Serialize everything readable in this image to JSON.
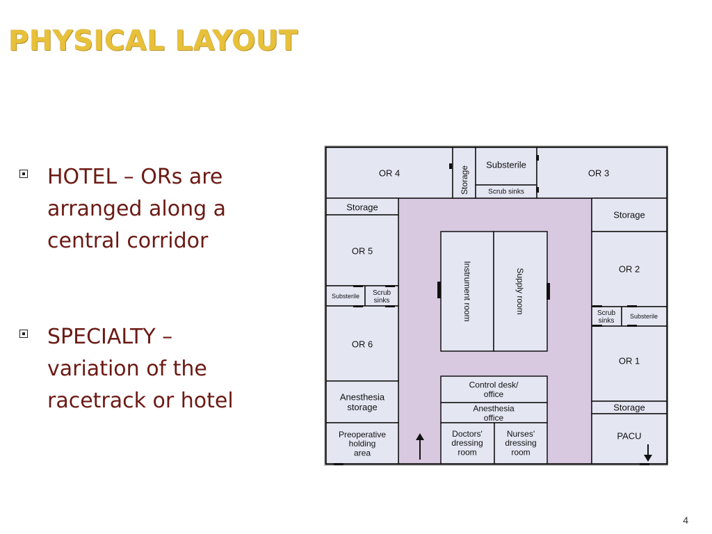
{
  "slide": {
    "title": "PHYSICAL LAYOUT",
    "bullets": [
      "HOTEL – ORs are arranged along a central corridor",
      "SPECIALTY – variation of the racetrack or hotel"
    ],
    "page_number": "4"
  },
  "floorplan": {
    "colors": {
      "room": "#e4e6f2",
      "corridor": "#d8c8e0",
      "wall": "#111111",
      "frame": "#c8c8c8"
    },
    "rooms": {
      "or4": "OR 4",
      "storage_top_center": "Storage",
      "substerile_top": "Substerile",
      "scrub_sinks_top": "Scrub sinks",
      "or3": "OR 3",
      "storage_left": "Storage",
      "or5": "OR 5",
      "substerile_left": "Substerile",
      "scrub_sinks_left": [
        "Scrub",
        "sinks"
      ],
      "or6": "OR 6",
      "anesthesia_storage": [
        "Anesthesia",
        "storage"
      ],
      "preoperative_holding": [
        "Preoperative",
        "holding",
        "area"
      ],
      "instrument_room": "Instrument room",
      "supply_room": "Supply room",
      "control_desk": [
        "Control desk/",
        "office"
      ],
      "anesthesia_office": [
        "Anesthesia",
        "office"
      ],
      "doctors_dressing": [
        "Doctors'",
        "dressing",
        "room"
      ],
      "nurses_dressing": [
        "Nurses'",
        "dressing",
        "room"
      ],
      "storage_right_top": "Storage",
      "or2": "OR 2",
      "scrub_sinks_right": [
        "Scrub",
        "sinks"
      ],
      "substerile_right": "Substerile",
      "or1": "OR 1",
      "storage_right_bottom": "Storage",
      "pacu": "PACU"
    }
  }
}
